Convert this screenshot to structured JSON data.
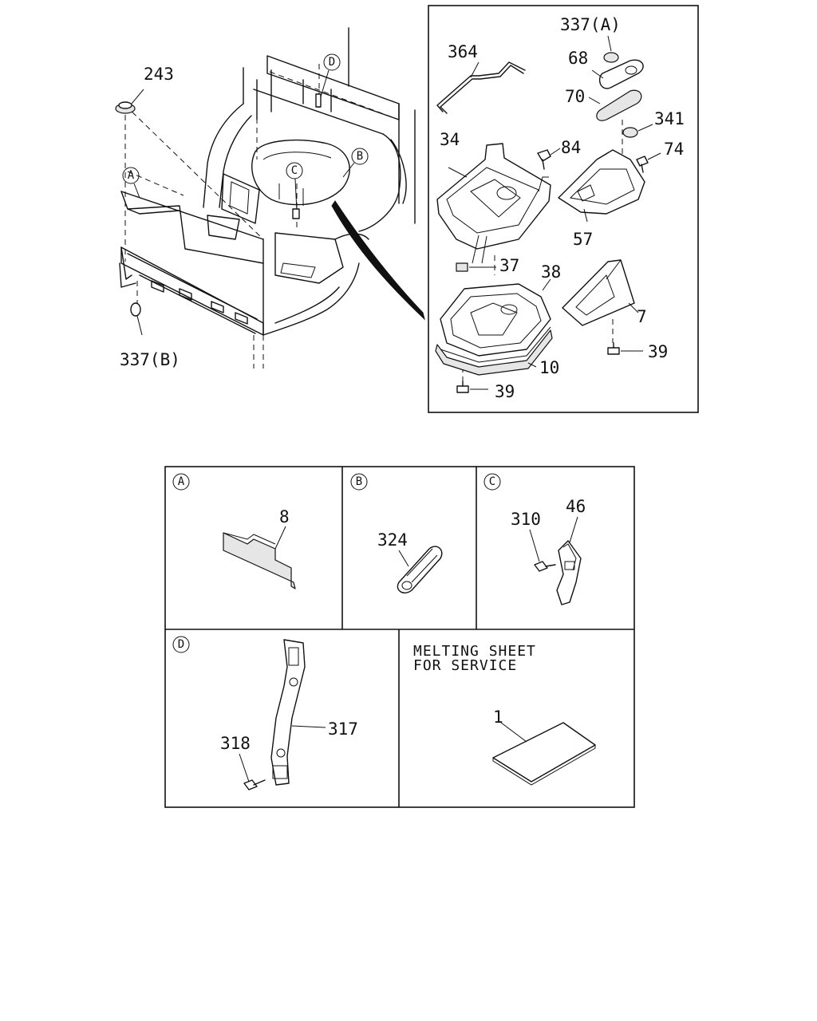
{
  "main": {
    "callouts": {
      "c243": "243",
      "c337b": "337(B)",
      "c337a": "337(A)",
      "c364": "364",
      "c68": "68",
      "c70": "70",
      "c341": "341",
      "c34": "34",
      "c84": "84",
      "c74": "74",
      "c57": "57",
      "c37": "37",
      "c38": "38",
      "c7": "7",
      "c39a": "39",
      "c10": "10",
      "c39b": "39"
    },
    "refs": {
      "A": "A",
      "B": "B",
      "C": "C",
      "D": "D"
    }
  },
  "details": {
    "a": {
      "letter": "A",
      "part": "8"
    },
    "b": {
      "letter": "B",
      "part": "324"
    },
    "c": {
      "letter": "C",
      "part_bolt": "310",
      "part_latch": "46"
    },
    "d": {
      "letter": "D",
      "part_screw": "318",
      "part_strap": "317"
    },
    "service": {
      "note_line1": "MELTING SHEET",
      "note_line2": "FOR SERVICE",
      "part": "1"
    }
  }
}
